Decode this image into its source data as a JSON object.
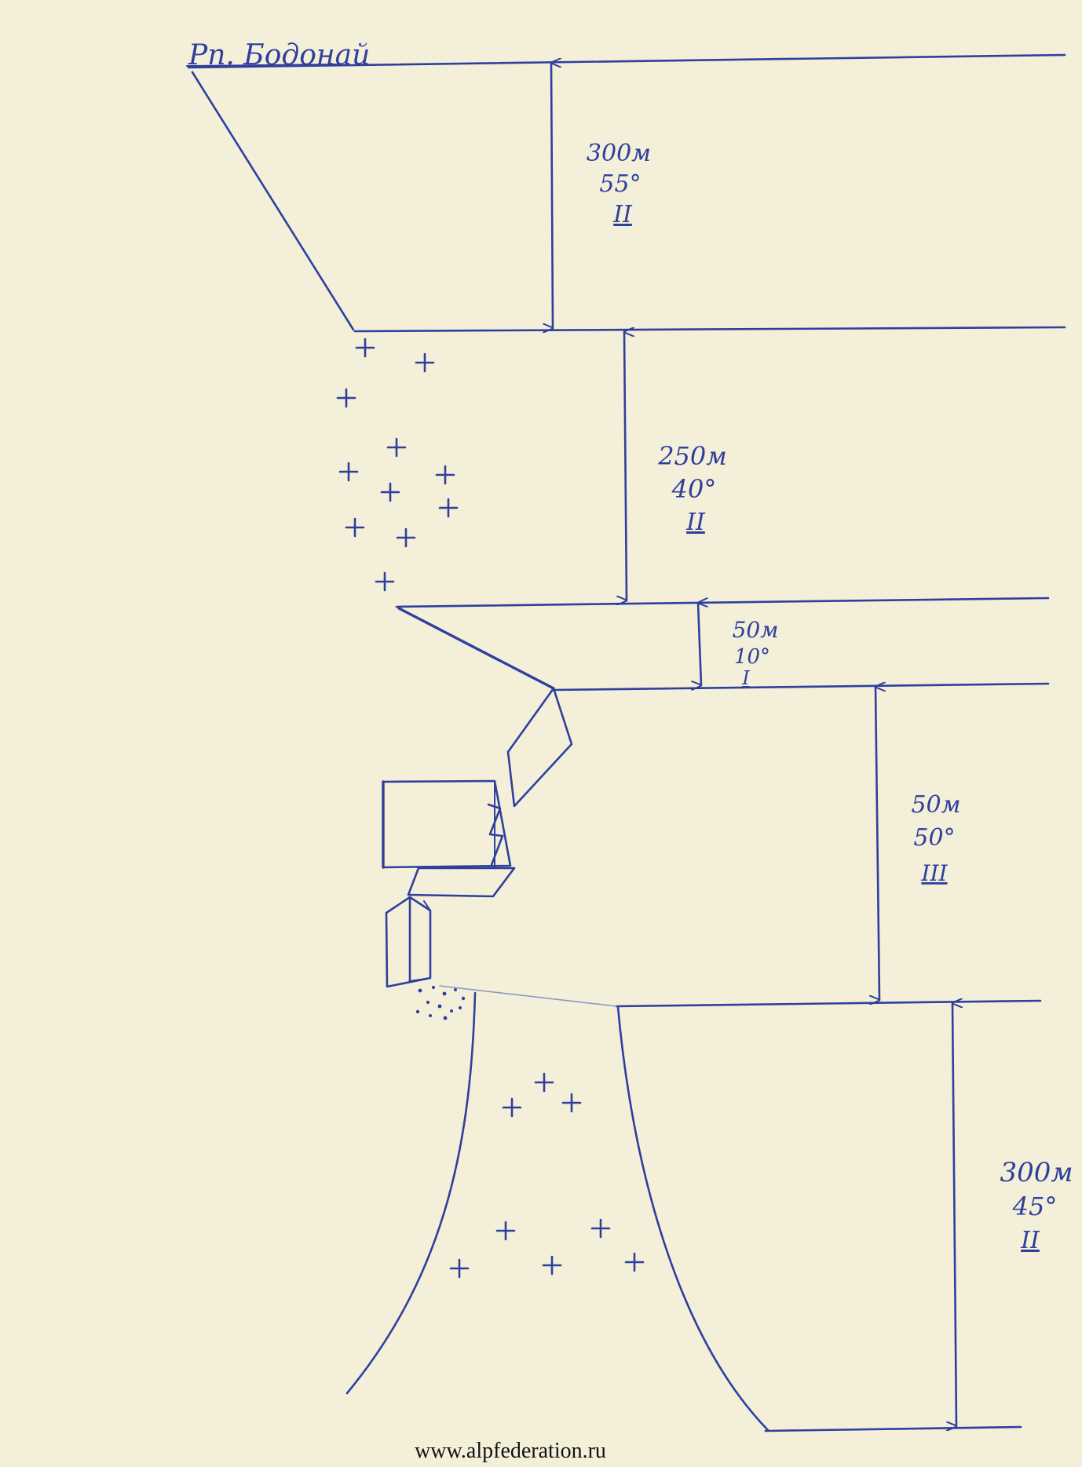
{
  "peak_label": "Рп. Бодонай",
  "sections": [
    {
      "length": "300м",
      "angle": "55°",
      "grade": "II"
    },
    {
      "length": "250м",
      "angle": "40°",
      "grade": "II"
    },
    {
      "length": "50м",
      "angle": "10°",
      "grade": "I"
    },
    {
      "length": "50м",
      "angle": "50°",
      "grade": "III"
    },
    {
      "length": "300м",
      "angle": "45°",
      "grade": "II"
    }
  ],
  "footer_url": "www.alpfederation.ru",
  "colors": {
    "ink": "#2f3f9e",
    "paper": "#f3efd8"
  }
}
